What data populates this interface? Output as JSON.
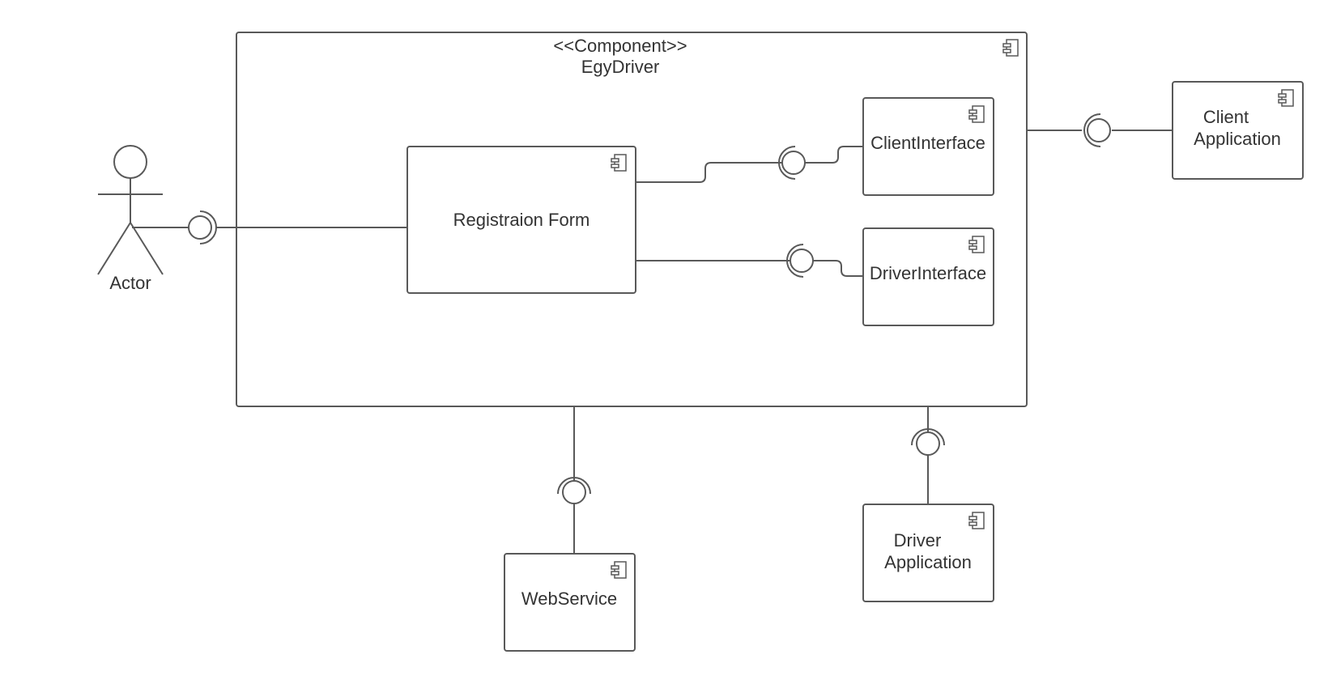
{
  "diagram": {
    "container": {
      "stereotype": "<<Component>>",
      "name": "EgyDriver"
    },
    "components": {
      "registration_form": "Registraion Form",
      "client_interface": "ClientInterface",
      "driver_interface": "DriverInterface",
      "client_application_line1": "Client",
      "client_application_line2": "Application",
      "driver_application_line1": "Driver",
      "driver_application_line2": "Application",
      "web_service": "WebService"
    },
    "actor": {
      "label": "Actor"
    },
    "icons": {
      "component": "component-icon",
      "provided_interface": "lollipop-ball",
      "required_interface": "socket-arc"
    },
    "colors": {
      "stroke": "#595959",
      "text": "#333333",
      "background": "#ffffff"
    }
  }
}
